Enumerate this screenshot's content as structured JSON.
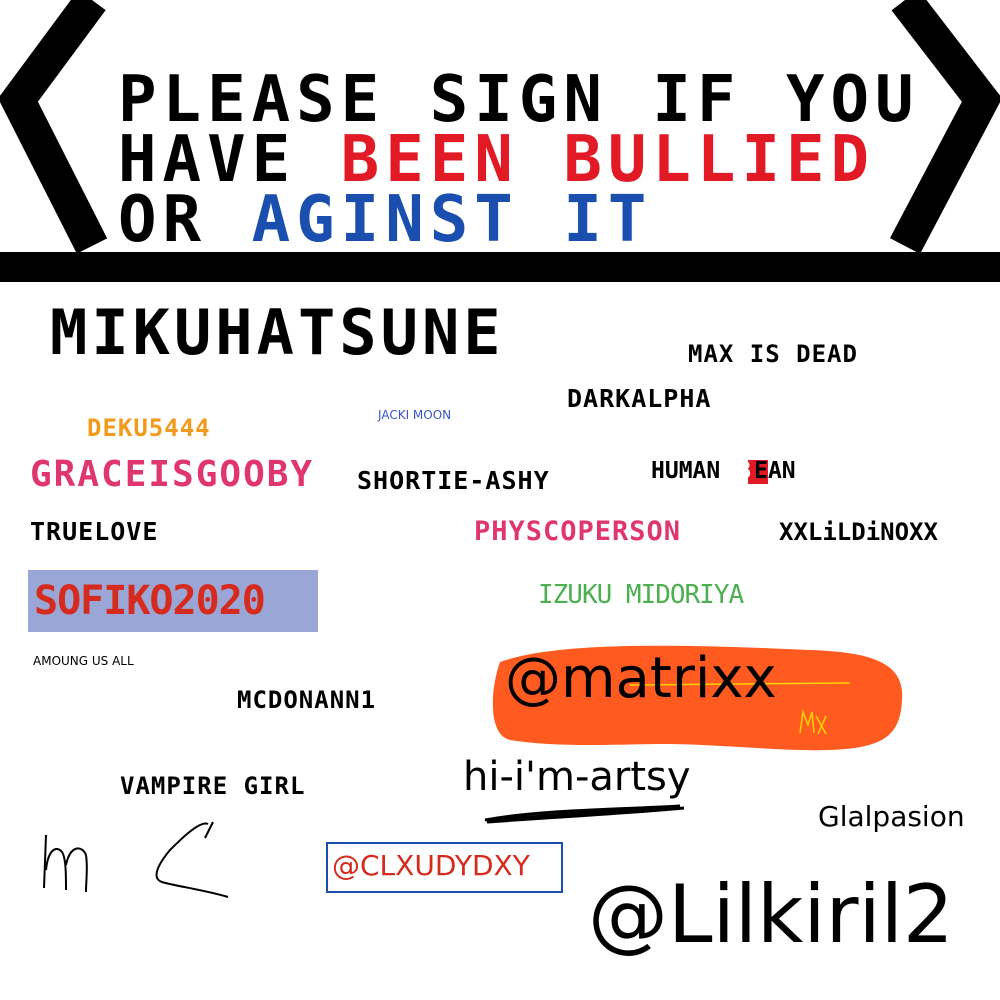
{
  "header": {
    "line1": "PLEASE SIGN IF YOU",
    "line2_prefix": "HAVE ",
    "line2_red": "BEEN BULLIED",
    "line3_prefix": "OR ",
    "line3_blue": "AGINST IT"
  },
  "signatures": {
    "mikuhatsune": "MIKUHATSUNE",
    "max_is_dead": "MAX IS DEAD",
    "darkalpha": "DARKALPHA",
    "jacki_moon": "JACKI MOON",
    "deku5444": "DEKU5444",
    "graceisgooby": "GRACEISGOOBY",
    "shortie_ashy": "SHORTIE-ASHY",
    "human_bean_prefix": "HUMAN ",
    "human_bean_boxed": "B",
    "human_bean_suffix": "EAN",
    "truelove": "TRUELOVE",
    "physcoperson": "PHYSCOPERSON",
    "xxlildinoxx": "XXLiLDiNOXX",
    "sofiko2020": "SOFIKO2020",
    "izuku_midoriya": "IZUKU MIDORIYA",
    "amoung_us_all": "AMOUNG US ALL",
    "matrixx": "@matrixx",
    "mcdonann1": "MCDONANN1",
    "vampire_girl": "VAMPIRE GIRL",
    "hi_im_artsy": "hi-i'm-artsy",
    "glalpasion": "Glalpasion",
    "clxudydxy": "@CLXUDYDXY",
    "lilkiril2": "@Lilkiril2"
  },
  "colors": {
    "header_black": "#000000",
    "header_red": "#e11a26",
    "header_blue": "#1a4fb0",
    "deku": "#f39a1c",
    "grace": "#e0366f",
    "physco": "#e0366f",
    "sofiko_text": "#d62a1e",
    "sofiko_bg": "#9aa6d6",
    "izuku": "#4caf50",
    "matrixx_bg": "#ff5a1f",
    "jacki": "#3a55c8",
    "clxudy": "#d62a1e"
  }
}
